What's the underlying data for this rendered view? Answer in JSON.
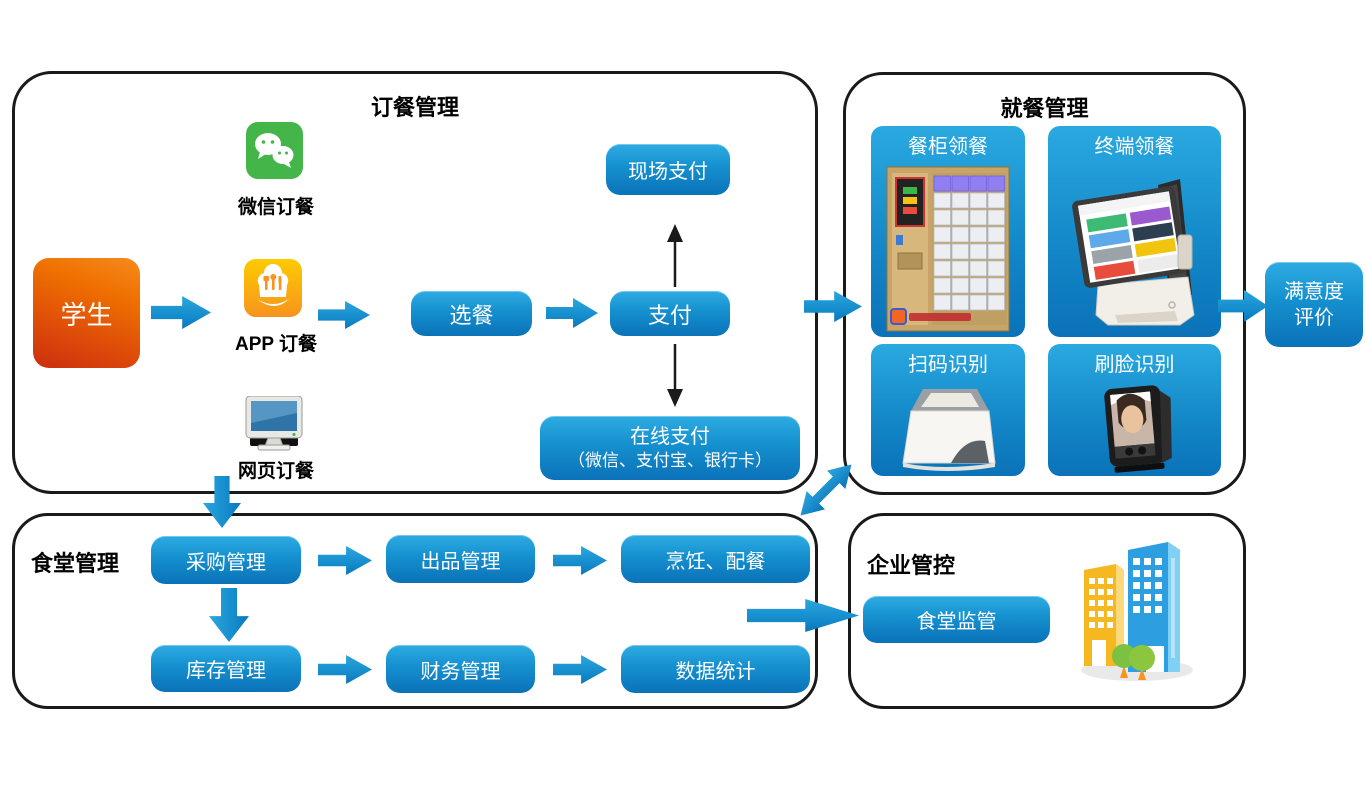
{
  "panels": {
    "ordering": {
      "title": "订餐管理",
      "student": "学生",
      "wechat_label": "微信订餐",
      "app_label": "APP 订餐",
      "web_label": "网页订餐",
      "select_meal": "选餐",
      "pay": "支付",
      "onsite_pay": "现场支付",
      "online_pay_line1": "在线支付",
      "online_pay_line2": "（微信、支付宝、银行卡）"
    },
    "dining": {
      "title": "就餐管理",
      "tiles": [
        {
          "label": "餐柜领餐"
        },
        {
          "label": "终端领餐"
        },
        {
          "label": "扫码识别"
        },
        {
          "label": "刷脸识别"
        }
      ]
    },
    "canteen": {
      "title": "食堂管理",
      "purchase": "采购管理",
      "production": "出品管理",
      "cooking": "烹饪、配餐",
      "inventory": "库存管理",
      "finance": "财务管理",
      "statistics": "数据统计"
    },
    "enterprise": {
      "title": "企业管控",
      "supervision": "食堂监管"
    }
  },
  "satisfaction": {
    "line1": "满意度",
    "line2": "评价"
  },
  "colors": {
    "accent_blue_top": "#2AA9E0",
    "accent_blue_bottom": "#0B72B8",
    "student_orange_top": "#F07D00",
    "student_orange_bottom": "#C9300E",
    "wechat_green": "#44B549",
    "app_yellow": "#FDCB00",
    "app_orange": "#F7931E",
    "arrow_black": "#1A1A1A",
    "border_black": "#1A1A1A"
  }
}
